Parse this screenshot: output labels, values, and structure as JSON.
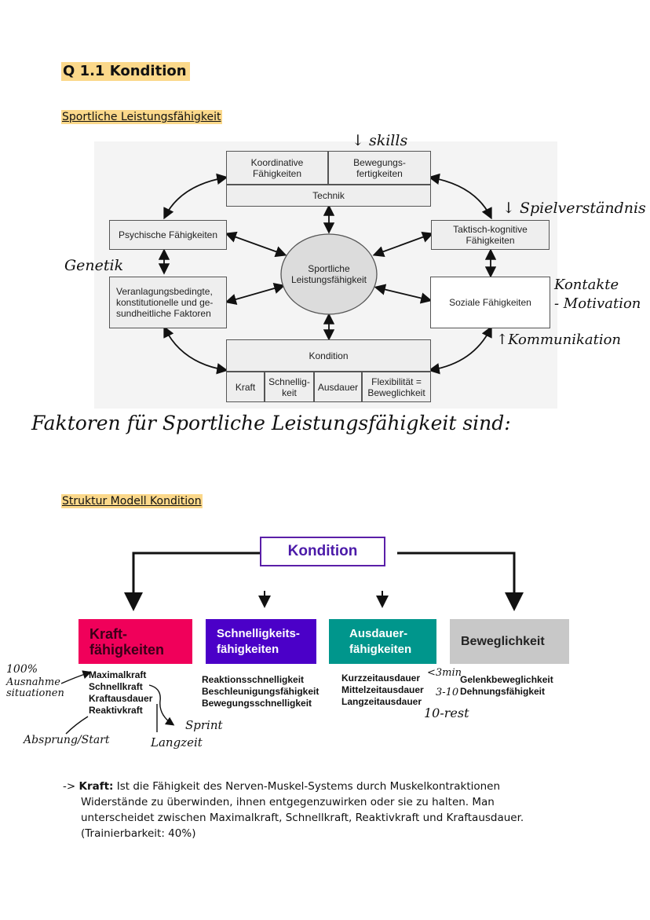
{
  "heading": "Q 1.1 Kondition",
  "section1": "Sportliche Leistungsfähigkeit",
  "section2": "Struktur Modell Kondition",
  "diagram1": {
    "koordinative": "Koordinative\nFähigkeiten",
    "bewegungs": "Bewegungs-\nfertigkeiten",
    "technik": "Technik",
    "psychische": "Psychische Fähigkeiten",
    "taktisch": "Taktisch-kognitive\nFähigkeiten",
    "center": "Sportliche\nLeistungsfähigkeit",
    "veranlagung": "Veranlagungsbedingte,\nkonstitutionelle und ge-\nsundheitliche Faktoren",
    "soziale": "Soziale Fähigkeiten",
    "kondition": "Kondition",
    "kraft": "Kraft",
    "schnelligkeit": "Schnellig-\nkeit",
    "ausdauer": "Ausdauer",
    "flexibilitaet": "Flexibilität =\nBeweglichkeit"
  },
  "notes1": {
    "skills": "↓ skills",
    "spielverstaendnis": "↓ Spielverständnis",
    "genetik": "Genetik",
    "kontakte": "Kontakte",
    "motivation": "- Motivation",
    "kommunikation": "↑Kommunikation",
    "faktoren": "Faktoren für Sportliche Leistungsfähigkeit sind:"
  },
  "diagram2": {
    "top": "Kondition",
    "kraft": "Kraft-\nfähigkeiten",
    "schnell": "Schnelligkeits-\nfähigkeiten",
    "ausdauer": "Ausdauer-\nfähigkeiten",
    "beweg": "Beweglichkeit",
    "kraft_items": "Maximalkraft\nSchnellkraft\nKraftausdauer\nReaktivkraft",
    "schnell_items": "Reaktionsschnelligkeit\nBeschleunigungsfähigkeit\nBewegungsschnelligkeit",
    "ausdauer_items": "Kurzzeitausdauer\nMittelzeitausdauer\nLangzeitausdauer",
    "beweg_items": "Gelenkbeweglichkeit\nDehnungsfähigkeit",
    "colors": {
      "kraft": "#f0005a",
      "schnell": "#4b00c8",
      "ausdauer": "#00968c",
      "beweg": "#c8c8c8",
      "frame": "#5a1fa8"
    }
  },
  "notes2": {
    "pct": "100%",
    "ausnahme": "Ausnahme\nsituationen",
    "absprung": "Absprung/Start",
    "langzeit": "Langzeit",
    "sprint": "Sprint",
    "min3": "<3min",
    "r310": "3-10",
    "rest": "10-rest"
  },
  "paragraph": {
    "arrow": "->",
    "term": "Kraft:",
    "line1": " Ist die Fähigkeit des Nerven-Muskel-Systems durch Muskelkontraktionen",
    "line2": "Widerstände  zu überwinden, ihnen  entgegenzuwirken oder sie zu halten. Man",
    "line3": "unterscheidet zwischen Maximalkraft, Schnellkraft, Reaktivkraft und Kraftausdauer.",
    "line4": "(Trainierbarkeit: 40%)"
  }
}
